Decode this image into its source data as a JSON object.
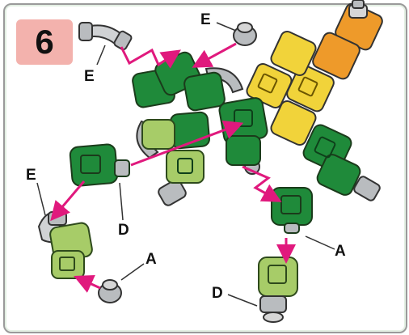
{
  "step": {
    "number": "6"
  },
  "labels": {
    "e_top_left": "E",
    "e_top_right": "E",
    "e_left": "E",
    "d_mid": "D",
    "d_bottom": "D",
    "a_bottom_left": "A",
    "a_right": "A"
  },
  "colors": {
    "dark_green": "#1f8a3a",
    "light_green": "#a7cc68",
    "yellow": "#f1d33a",
    "orange": "#ee9a2a",
    "arrow": "#e0197d",
    "grey_joint": "#b9bcbf"
  }
}
